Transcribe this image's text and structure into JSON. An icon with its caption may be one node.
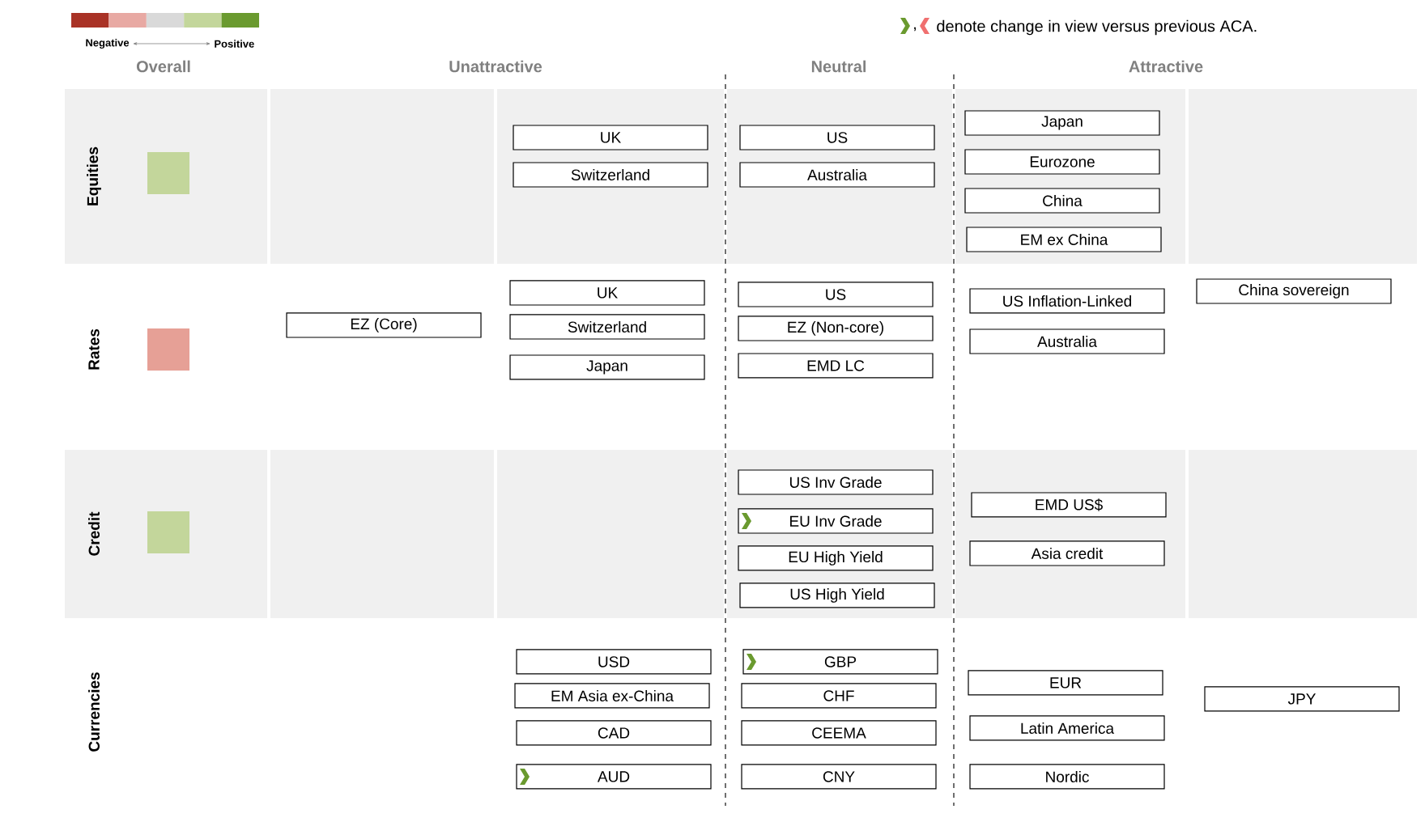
{
  "diagram": {
    "nodes": [
      {
        "text": [
          "UK"
        ]
      },
      {
        "text": [
          "Switzerland"
        ]
      },
      {
        "text": [
          "US"
        ]
      },
      {
        "text": [
          "Australia"
        ]
      },
      {
        "text": [
          "Japan"
        ]
      },
      {
        "text": [
          "Eurozone"
        ]
      },
      {
        "text": [
          "China"
        ]
      },
      {
        "text": [
          "EM ex China"
        ]
      },
      {
        "text": [
          "EZ (Core)"
        ]
      },
      {
        "text": [
          "UK"
        ]
      },
      {
        "text": [
          "Switzerland"
        ]
      },
      {
        "text": [
          "Japan"
        ]
      },
      {
        "text": [
          "US"
        ]
      },
      {
        "text": [
          "EZ (Non-core)"
        ]
      },
      {
        "text": [
          "EMD LC"
        ]
      },
      {
        "text": [
          "US Inflation-Linked"
        ]
      },
      {
        "text": [
          "Australia"
        ]
      },
      {
        "text": [
          "China sovereign"
        ]
      },
      {
        "text": [
          "US Inv Grade"
        ]
      },
      {
        "text": [
          "EU Inv Grade"
        ]
      },
      {
        "text": [
          "EU High Yield"
        ]
      },
      {
        "text": [
          "US High Yield"
        ]
      },
      {
        "text": [
          "EMD US$"
        ]
      },
      {
        "text": [
          "Asia credit"
        ]
      },
      {
        "text": [
          "USD"
        ]
      },
      {
        "text": [
          "EM Asia ex-China"
        ]
      },
      {
        "text": [
          "CAD"
        ]
      },
      {
        "text": [
          "AUD"
        ]
      },
      {
        "text": [
          "GBP"
        ]
      },
      {
        "text": [
          "CHF"
        ]
      },
      {
        "text": [
          "CEEMA"
        ]
      },
      {
        "text": [
          "CNY"
        ]
      },
      {
        "text": [
          "EUR"
        ]
      },
      {
        "text": [
          "Latin America"
        ]
      },
      {
        "text": [
          "Nordic"
        ]
      },
      {
        "text": [
          "JPY"
        ]
      }
    ],
    "labels": [
      ",",
      "denote change in view versus previous ACA.",
      "Overall",
      "Unattractive",
      "Neutral",
      "Attractive",
      "Equities",
      "Rates",
      "Credit",
      "Currencies"
    ],
    "legend": [
      {
        "text": "Negative",
        "color": "#a93226"
      },
      {
        "text": "Positive",
        "color": "#6a9a2f"
      }
    ]
  }
}
